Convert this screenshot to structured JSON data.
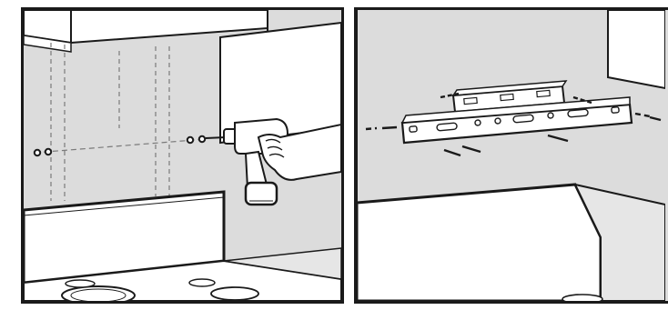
{
  "figure": {
    "panels": [
      {
        "id": "step-drill-holes",
        "depicts": "drill-holes-in-wall"
      },
      {
        "id": "step-mount-bracket",
        "depicts": "mount-bracket-with-level"
      }
    ]
  },
  "colors": {
    "wall": "#dcdcdc",
    "line": "#1a1a1a",
    "white": "#ffffff",
    "dashed_guide": "#7a7a7a"
  },
  "icons": [
    "drill-icon",
    "spirit-level-icon",
    "screw-icon",
    "mounting-bracket-icon"
  ]
}
